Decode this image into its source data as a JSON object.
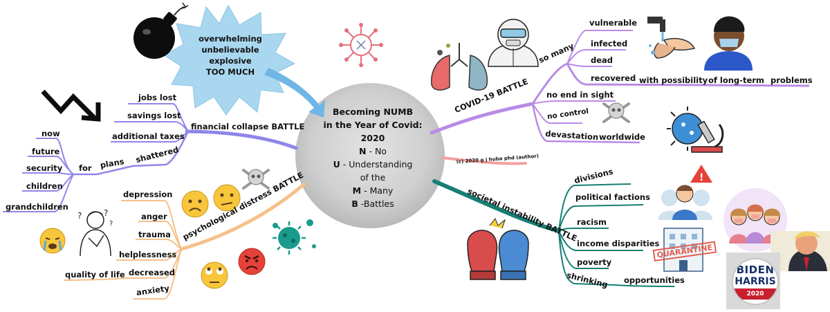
{
  "center": {
    "title_line1": "Becoming NUMB",
    "title_line2": "in the Year of Covid:",
    "year": "2020",
    "n_letter": "N",
    "n_text": " - No",
    "u_letter": "U",
    "u_text": " - Understanding",
    "of_the": "of the",
    "m_letter": "M",
    "m_text": " - Many",
    "b_letter": "B",
    "b_text": " -Battles"
  },
  "burst": {
    "line1": "overwhelming",
    "line2": "unbelievable",
    "line3": "explosive",
    "line4": "TOO MUCH"
  },
  "copyright": "(c) 2020 g j huba phd (author)",
  "financial": {
    "branch": "financial collapse BATTLE",
    "jobs_lost": "jobs lost",
    "savings_lost": "savings lost",
    "additional_taxes": "additional taxes",
    "shattered": "shattered",
    "plans": "plans",
    "for": "for",
    "now": "now",
    "future": "future",
    "security": "security",
    "children": "children",
    "grandchildren": "grandchildren"
  },
  "psych": {
    "branch": "psychological distress BATTLE",
    "depression": "depression",
    "anger": "anger",
    "trauma": "trauma",
    "helplessness": "helplessness",
    "decreased": "decreased",
    "quality_of_life": "quality of life",
    "anxiety": "anxiety"
  },
  "covid": {
    "branch": "COVID-19 BATTLE",
    "so_many": "so many",
    "vulnerable": "vulnerable",
    "infected": "infected",
    "dead": "dead",
    "recovered": "recovered",
    "with_possibility": "with possibility",
    "of_long_term": "of long-term",
    "problems": "problems",
    "no_end": "no end in sight",
    "no_control": "no control",
    "devastation": "devastation",
    "worldwide": "worldwide"
  },
  "societal": {
    "branch": "societal instability BATTLE",
    "divisions": "divisions",
    "political_factions": "political factions",
    "racism": "racism",
    "income_disparities": "income disparities",
    "poverty": "poverty",
    "shrinking": "shrinking",
    "opportunities": "opportunities"
  },
  "images": {
    "quarantine": "QUARANTINE",
    "badge_line1": "BIDEN",
    "badge_line2": "HARRIS",
    "badge_year": "2020"
  },
  "colors": {
    "financial": "#8f86e8",
    "psych": "#f6c089",
    "covid": "#b98be6",
    "societal": "#177e74",
    "copyright_branch": "#f3a0a0",
    "burst": "#a9d7f0",
    "center_blob": "#c9c9c9"
  },
  "icons": [
    "bomb-icon",
    "down-trend-arrow-icon",
    "virus-icon",
    "lungs-icon",
    "hazmat-worker-icon",
    "handwashing-icon",
    "masked-person-icon",
    "skull-crossbones-icon",
    "microscope-virus-icon",
    "worried-face-icon",
    "confused-face-icon",
    "crying-face-icon",
    "angry-face-icon",
    "eye-roll-face-icon",
    "stressed-person-icon",
    "boxing-gloves-icon",
    "warning-crowd-icon",
    "quarantine-building-icon",
    "masked-group-icon",
    "trump-portrait",
    "campaign-badge"
  ]
}
